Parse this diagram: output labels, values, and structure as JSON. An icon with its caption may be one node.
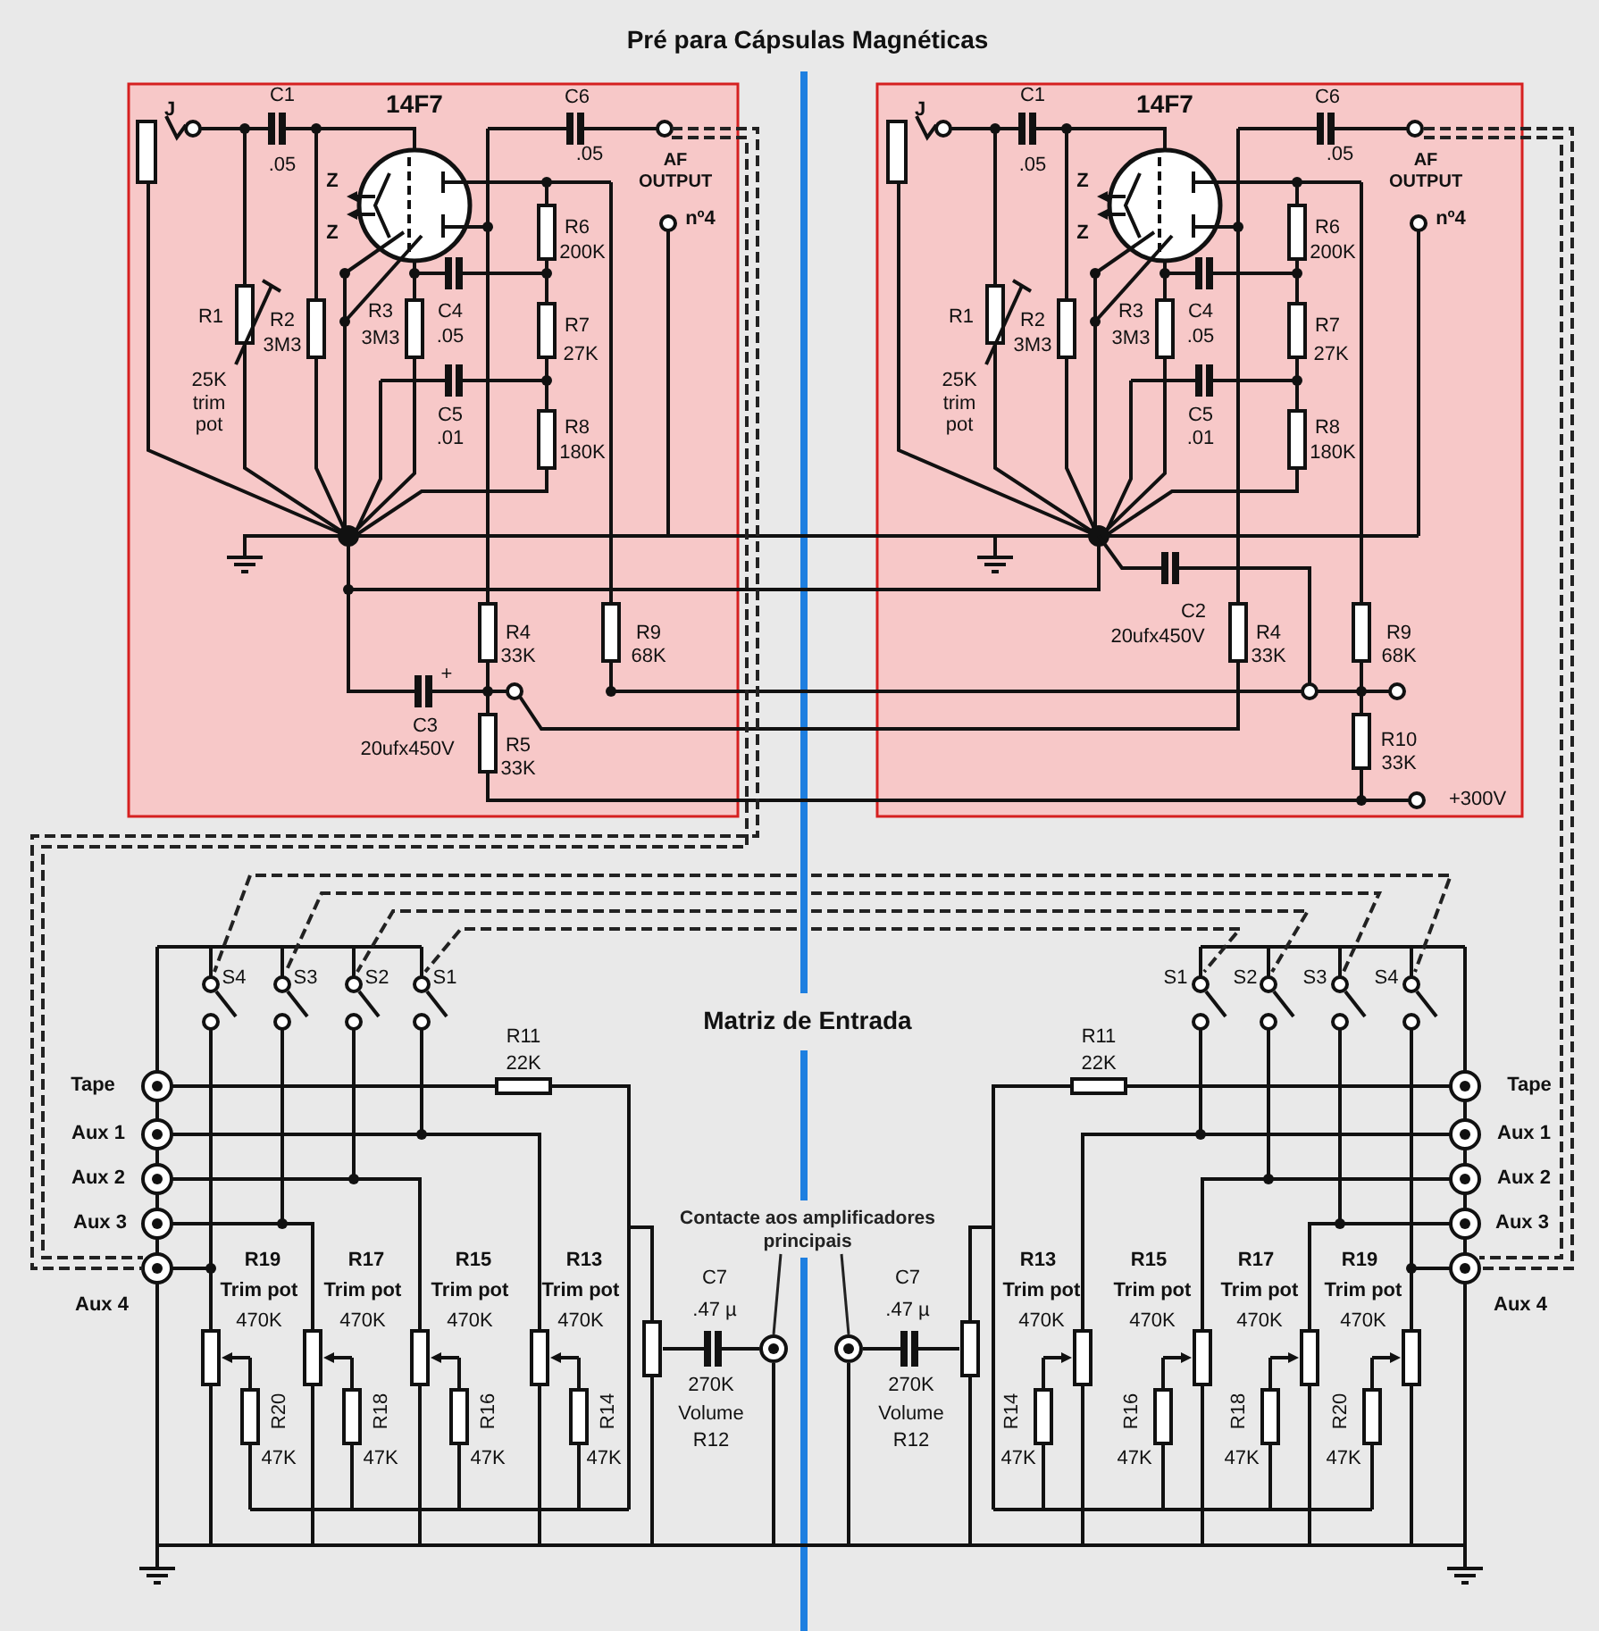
{
  "diagram": {
    "title": "Pré para Cápsulas Magnéticas",
    "nodes": [
      {
        "text": [
          "Contacte aos amplificadores principais"
        ]
      },
      {
        "text": [],
        "shape": "circle"
      },
      {
        "text": [],
        "shape": "circle"
      }
    ],
    "edges": [
      {
        "from": 0,
        "to": 1,
        "arrow": "none"
      },
      {
        "from": 0,
        "to": 2,
        "arrow": "none"
      }
    ],
    "labels": [
      "J",
      "C1",
      ".05",
      "14F7",
      "C6",
      ".05",
      "AF OUTPUT",
      "nº4",
      "Z",
      "Z",
      "R1",
      "R2",
      "3M3",
      "25K trim pot",
      "R3",
      "3M3",
      "C4",
      ".05",
      "R6",
      "200K",
      "R7",
      "27K",
      "C5",
      ".01",
      "R8",
      "180K",
      "R4",
      "33K",
      "R9",
      "68K",
      "+",
      "C3",
      "20ufx450V",
      "R5",
      "33K",
      "J",
      "C1",
      ".05",
      "14F7",
      "C6",
      ".05",
      "AF OUTPUT",
      "nº4",
      "Z",
      "Z",
      "R1",
      "R2",
      "3M3",
      "25K trim pot",
      "R3",
      "3M3",
      "C4",
      ".05",
      "R6",
      "200K",
      "R7",
      "27K",
      "C5",
      ".01",
      "R8",
      "180K",
      "C2",
      "20ufx450V",
      "R4",
      "33K",
      "R9",
      "68K",
      "R10",
      "33K",
      "+300V",
      "Matriz de Entrada",
      "S4",
      "S3",
      "S2",
      "S1",
      "R11",
      "22K",
      "Tape",
      "Aux 1",
      "Aux 2",
      "Aux 3",
      "Aux 4",
      "R19",
      "Trim pot",
      "470K",
      "R17",
      "Trim pot",
      "470K",
      "R15",
      "Trim pot",
      "470K",
      "R13",
      "Trim pot",
      "470K",
      "C7",
      ".47 µ",
      "R20",
      "47K",
      "R18",
      "47K",
      "R16",
      "47K",
      "R14",
      "47K",
      "270K",
      "Volume",
      "R12",
      "S1",
      "S2",
      "S3",
      "S4",
      "R11",
      "22K",
      "Tape",
      "Aux 1",
      "Aux 2",
      "Aux 3",
      "Aux 4",
      "R13",
      "Trim pot",
      "470K",
      "R15",
      "Trim pot",
      "470K",
      "R17",
      "Trim pot",
      "470K",
      "R19",
      "Trim pot",
      "470K",
      "C7",
      ".47 µ",
      "R14",
      "47K",
      "R16",
      "47K",
      "R18",
      "47K",
      "R20",
      "47K",
      "270K",
      "Volume",
      "R12"
    ]
  }
}
